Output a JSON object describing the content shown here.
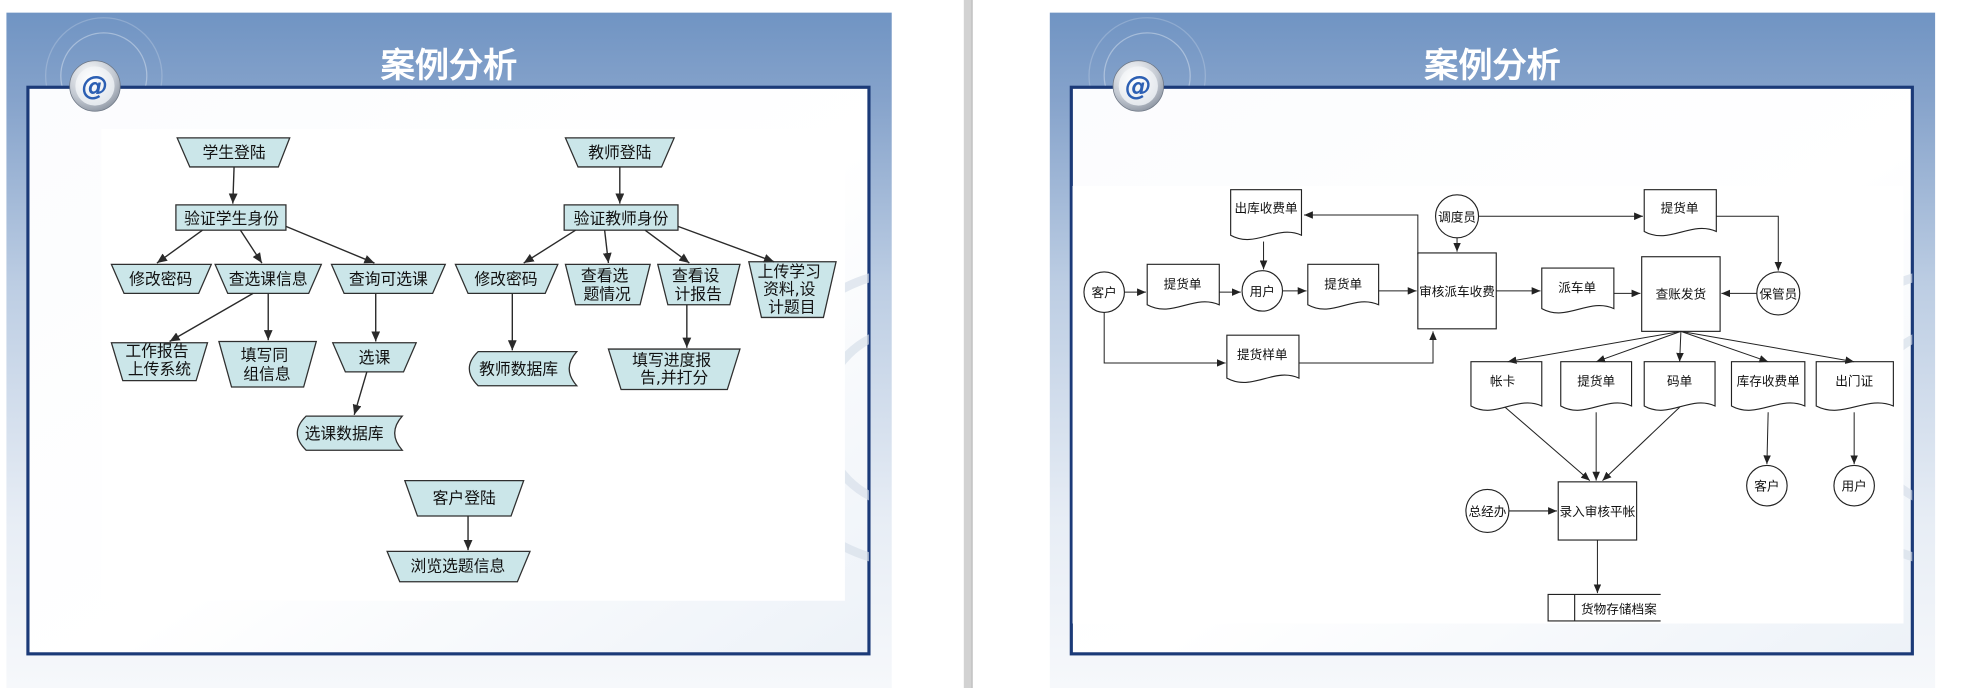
{
  "colors": {
    "band": "#7094c3",
    "frame_border": "#1b3a78",
    "title_text": "#ffffff",
    "node_fill": "#cbe6e9",
    "node_stroke": "#2f2f2f",
    "icon_glyph": "#2c5fb3"
  },
  "slides": [
    {
      "title": "案例分析",
      "icon": {
        "name": "at-sign-icon",
        "glyph": "@"
      },
      "flowchart": {
        "student_login": "学生登陆",
        "verify_student": "验证学生身份",
        "student_change_password": "修改密码",
        "query_course_info": "查选课信息",
        "query_available_courses": "查询可选课",
        "work_report_upload": [
          "工作报告",
          "上传系统"
        ],
        "fill_group_info": [
          "填写同",
          "组信息"
        ],
        "select_course": "选课",
        "course_database": "选课数据库",
        "customer_login": "客户登陆",
        "browse_topics": "浏览选题信息",
        "teacher_login": "教师登陆",
        "verify_teacher": "验证教师身份",
        "teacher_change_password": "修改密码",
        "view_topic_status": [
          "查看选",
          "题情况"
        ],
        "view_design_report": [
          "查看设",
          "计报告"
        ],
        "upload_materials": [
          "上传学习",
          "资料,设",
          "计题目"
        ],
        "teacher_database": "教师数据库",
        "progress_report": [
          "填写进度报",
          "告,并打分"
        ]
      }
    },
    {
      "title": "案例分析",
      "icon": {
        "name": "at-sign-icon",
        "glyph": "@"
      },
      "flowchart": {
        "customer": "客户",
        "pickup_note_1": "提货单",
        "user": "用户",
        "outbound_fee_note": "出库收费单",
        "pickup_note_2": "提货单",
        "pickup_sample_note": "提货样单",
        "audit_dispatch_fee": "审核派车收费",
        "dispatcher": "调度员",
        "pickup_note_3": "提货单",
        "dispatch_note": "派车单",
        "check_and_ship": "查账发货",
        "warehouse_keeper": "保管员",
        "account_card": "帐卡",
        "pickup_note_4": "提货单",
        "code_note": "码单",
        "storage_fee_note": "库存收费单",
        "exit_pass": "出门证",
        "customer_2": "客户",
        "user_2": "用户",
        "general_office": "总经办",
        "entry_audit_balance": "录入审核平帐",
        "goods_storage_archive": "货物存储档案"
      }
    }
  ]
}
